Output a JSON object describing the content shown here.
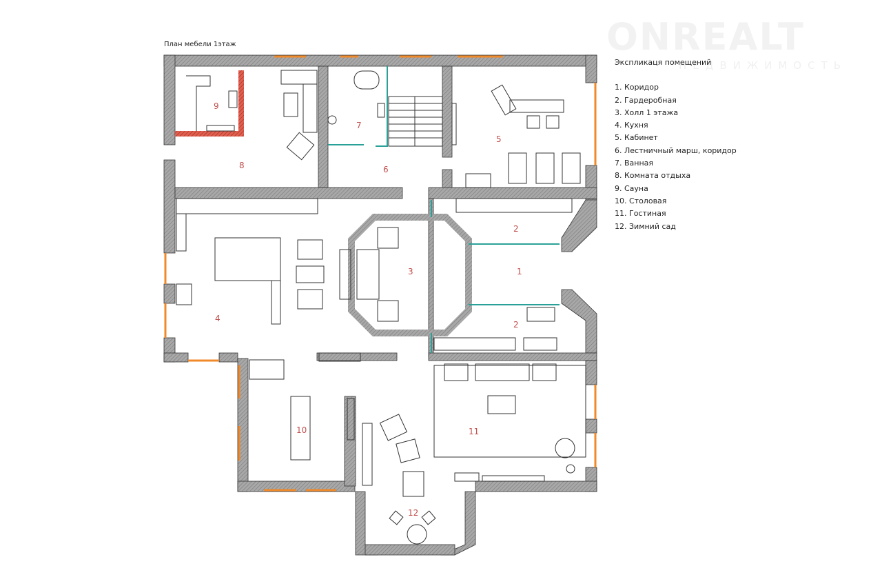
{
  "title": "План мебели  1этаж",
  "watermark": {
    "brand": "ONREALT",
    "sub": "НЕДВИЖИМОСТЬ"
  },
  "legend": {
    "heading": "Экспликаця помещений",
    "items": [
      "1. Коридор",
      "2. Гардеробная",
      "3. Холл 1 этажа",
      "4. Кухня",
      "5. Кабинет",
      "6. Лестничный марш, коридор",
      "7. Ванная",
      "8. Комната отдыха",
      "9. Сауна",
      "10. Столовая",
      "11. Гостиная",
      "12. Зимний сад"
    ]
  },
  "rooms": {
    "r1": "1",
    "r2a": "2",
    "r2b": "2",
    "r3": "3",
    "r4": "4",
    "r5": "5",
    "r6": "6",
    "r7": "7",
    "r8": "8",
    "r9": "9",
    "r10": "10",
    "r11": "11",
    "r12": "12"
  },
  "colors": {
    "wall": "#9a9a9a",
    "window": "#f0892a",
    "label": "#c0504d",
    "glass": "#2aa198",
    "sauna": "#c0392b"
  }
}
